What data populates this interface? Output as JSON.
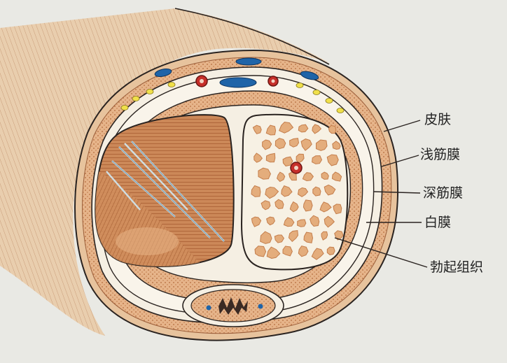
{
  "labels": {
    "skin": "皮肤",
    "superficial_fascia": "浅筋膜",
    "deep_fascia": "深筋膜",
    "tunica_albuginea": "白膜",
    "erectile_tissue": "勃起组织"
  },
  "colors": {
    "background": "#e9e9e4",
    "skin": "#e7c39d",
    "fascia_band": "#e3ad86",
    "membrane": "#f5efe3",
    "muscle": "#c98252",
    "muscle_dark": "#a1562c",
    "sponge_bg": "#f7f1e4",
    "sponge_blob": "#e4ad7c",
    "artery": "#c62f2a",
    "vein": "#1f64a8",
    "nerve": "#f0e04a",
    "line": "#2a2320"
  },
  "icons": {
    "artery": "artery-icon",
    "vein": "vein-icon",
    "nerve": "nerve-icon"
  }
}
